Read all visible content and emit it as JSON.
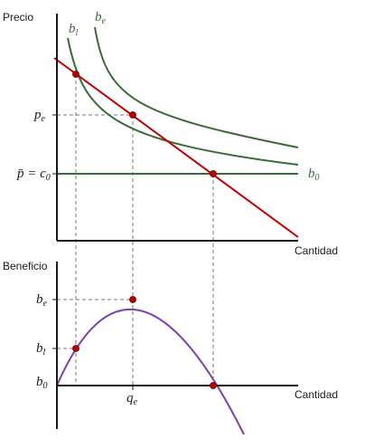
{
  "top_panel": {
    "y_axis_label": "Precio",
    "x_axis_label": "Cantidad",
    "curve_labels": {
      "b1": {
        "main": "b",
        "sub": "l"
      },
      "be": {
        "main": "b",
        "sub": "e"
      },
      "b0": {
        "main": "b",
        "sub": "0"
      }
    },
    "y_ticks": {
      "pe": {
        "main": "p",
        "sub": "e"
      },
      "pbar": {
        "main": "p̄ = c",
        "sub": "0"
      }
    }
  },
  "bottom_panel": {
    "y_axis_label": "Beneficio",
    "x_axis_label": "Cantidad",
    "y_ticks": {
      "be": {
        "main": "b",
        "sub": "e"
      },
      "b1": {
        "main": "b",
        "sub": "l"
      },
      "b0": {
        "main": "b",
        "sub": "0"
      }
    },
    "x_ticks": {
      "qe": {
        "main": "q",
        "sub": "e"
      }
    }
  },
  "colors": {
    "isoprofit": "#3b6b3a",
    "demand": "#c00000",
    "profit_curve": "#7a3fb0",
    "point_fill": "#c00000",
    "axis": "#1a1a1a"
  }
}
